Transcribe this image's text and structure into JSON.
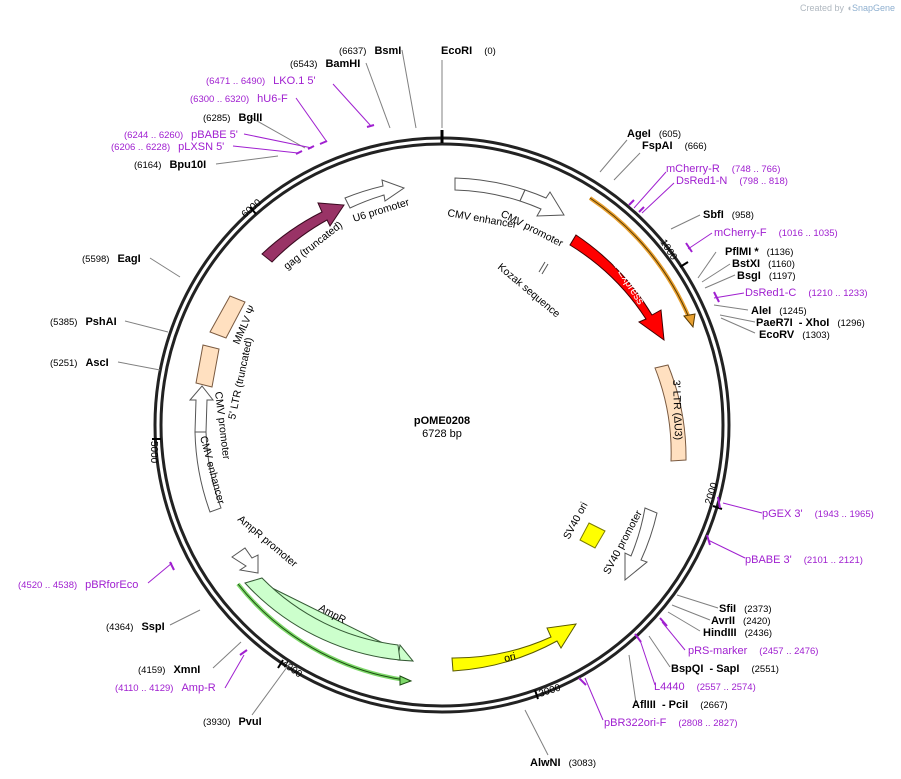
{
  "credit": {
    "prefix": "Created by",
    "brand": "SnapGene"
  },
  "plasmid": {
    "name": "pOME0208",
    "length_label": "6728 bp",
    "length": 6728
  },
  "ticks": [
    {
      "pos": 1000,
      "label": "1000"
    },
    {
      "pos": 2000,
      "label": "2000"
    },
    {
      "pos": 3000,
      "label": "3000"
    },
    {
      "pos": 4000,
      "label": "4000"
    },
    {
      "pos": 5000,
      "label": "5000"
    },
    {
      "pos": 6000,
      "label": "6000"
    }
  ],
  "sites": [
    {
      "name": "EcoRI",
      "pos": "(0)",
      "bp": 0
    },
    {
      "name": "AgeI",
      "pos": "(605)",
      "bp": 605
    },
    {
      "name": "FspAI",
      "pos": "(666)",
      "bp": 666
    },
    {
      "name": "SbfI",
      "pos": "(958)",
      "bp": 958
    },
    {
      "name": "PflMI *",
      "pos": "(1136)",
      "bp": 1136
    },
    {
      "name": "BstXI",
      "pos": "(1160)",
      "bp": 1160
    },
    {
      "name": "BsgI",
      "pos": "(1197)",
      "bp": 1197
    },
    {
      "name": "AleI",
      "pos": "(1245)",
      "bp": 1245
    },
    {
      "name": "PaeR7I  - XhoI",
      "pos": "(1296)",
      "bp": 1296
    },
    {
      "name": "EcoRV",
      "pos": "(1303)",
      "bp": 1303
    },
    {
      "name": "SfiI",
      "pos": "(2373)",
      "bp": 2373
    },
    {
      "name": "AvrII",
      "pos": "(2420)",
      "bp": 2420
    },
    {
      "name": "HindIII",
      "pos": "(2436)",
      "bp": 2436
    },
    {
      "name": "BspQI  - SapI",
      "pos": "(2551)",
      "bp": 2551
    },
    {
      "name": "AflIII  - PciI",
      "pos": "(2667)",
      "bp": 2667
    },
    {
      "name": "AlwNI",
      "pos": "(3083)",
      "bp": 3083
    },
    {
      "name": "PvuI",
      "pos": "(3930)",
      "bp": 3930
    },
    {
      "name": "XmnI",
      "pos": "(4159)",
      "bp": 4159
    },
    {
      "name": "SspI",
      "pos": "(4364)",
      "bp": 4364
    },
    {
      "name": "AscI",
      "pos": "(5251)",
      "bp": 5251
    },
    {
      "name": "PshAI",
      "pos": "(5385)",
      "bp": 5385
    },
    {
      "name": "EagI",
      "pos": "(5598)",
      "bp": 5598
    },
    {
      "name": "Bpu10I",
      "pos": "(6164)",
      "bp": 6164
    },
    {
      "name": "BglII",
      "pos": "(6285)",
      "bp": 6285
    },
    {
      "name": "BamHI",
      "pos": "(6543)",
      "bp": 6543
    },
    {
      "name": "BsmI",
      "pos": "(6637)",
      "bp": 6637
    }
  ],
  "primers": [
    {
      "name": "mCherry-R",
      "range": "(748 .. 766)",
      "bp": 757
    },
    {
      "name": "DsRed1-N",
      "range": "(798 .. 818)",
      "bp": 808
    },
    {
      "name": "mCherry-F",
      "range": "(1016 .. 1035)",
      "bp": 1025
    },
    {
      "name": "DsRed1-C",
      "range": "(1210 .. 1233)",
      "bp": 1221
    },
    {
      "name": "pGEX 3'",
      "range": "(1943 .. 1965)",
      "bp": 1954
    },
    {
      "name": "pBABE 3'",
      "range": "(2101 .. 2121)",
      "bp": 2111
    },
    {
      "name": "pRS-marker",
      "range": "(2457 .. 2476)",
      "bp": 2466
    },
    {
      "name": "L4440",
      "range": "(2557 .. 2574)",
      "bp": 2565
    },
    {
      "name": "pBR322ori-F",
      "range": "(2808 .. 2827)",
      "bp": 2817
    },
    {
      "name": "Amp-R",
      "range": "(4110 .. 4129)",
      "bp": 4119
    },
    {
      "name": "pBRforEco",
      "range": "(4520 .. 4538)",
      "bp": 4529
    },
    {
      "name": "pLXSN 5'",
      "range": "(6206 .. 6228)",
      "bp": 6217
    },
    {
      "name": "pBABE 5'",
      "range": "(6244 .. 6260)",
      "bp": 6252
    },
    {
      "name": "hU6-F",
      "range": "(6300 .. 6320)",
      "bp": 6310
    },
    {
      "name": "LKO.1 5'",
      "range": "(6471 .. 6490)",
      "bp": 6480
    }
  ],
  "features": [
    {
      "name": "DsRed-Express",
      "color": "#ff0000"
    },
    {
      "name": "CMV promoter",
      "color": "#ffffff"
    },
    {
      "name": "CMV enhancer",
      "color": "#ffffff"
    },
    {
      "name": "U6 promoter",
      "color": "#ffffff"
    },
    {
      "name": "gag (truncated)",
      "color": "#993366"
    },
    {
      "name": "Kozak sequence",
      "color": "#ffffff"
    },
    {
      "name": "3' LTR (ΔU3)",
      "color": "#ffe0c0"
    },
    {
      "name": "SV40 ori",
      "color": "#ffff00"
    },
    {
      "name": "SV40 promoter",
      "color": "#ffffff"
    },
    {
      "name": "ori",
      "color": "#ffff00"
    },
    {
      "name": "AmpR",
      "color": "#ccffcc"
    },
    {
      "name": "AmpR promoter",
      "color": "#ffffff"
    },
    {
      "name": "MMLV Ψ",
      "color": "#ffe0c0"
    },
    {
      "name": "5' LTR (truncated)",
      "color": "#ffe0c0"
    },
    {
      "name": "CMV promoter",
      "color": "#ffffff"
    },
    {
      "name": "CMV enhancer",
      "color": "#ffffff"
    }
  ]
}
